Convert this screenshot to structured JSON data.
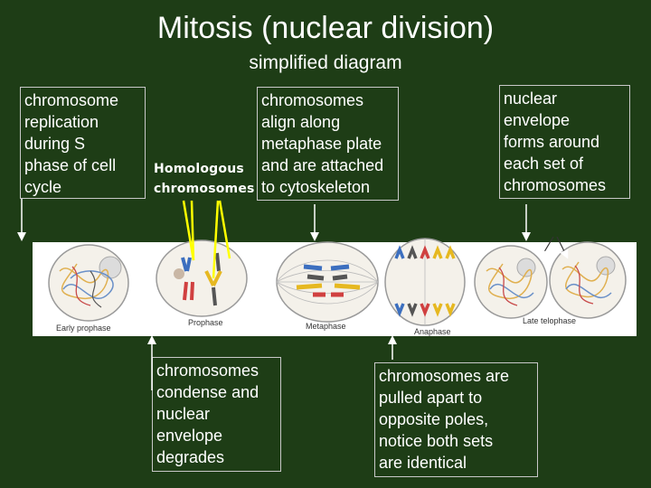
{
  "title": "Mitosis (nuclear division)",
  "subtitle": "simplified diagram",
  "labels": {
    "replication": [
      "chromosome",
      "replication",
      "during S",
      "phase of cell",
      "cycle"
    ],
    "homologous": [
      "Homologous",
      "chromosomes"
    ],
    "metaphase_note": [
      "chromosomes",
      "align along",
      "metaphase plate",
      "and are attached",
      "to cytoskeleton"
    ],
    "envelope_forms": [
      "nuclear",
      "envelope",
      "forms around",
      "each set of",
      "chromosomes"
    ],
    "condense": [
      "chromosomes",
      "condense and",
      "nuclear",
      "envelope",
      "degrades"
    ],
    "pulled_apart": [
      "chromosomes are",
      "pulled apart to",
      "opposite poles,",
      "notice both sets",
      "are identical"
    ]
  },
  "stages": [
    "Early prophase",
    "Prophase",
    "Metaphase",
    "Anaphase",
    "Late telophase"
  ],
  "colors": {
    "background": "#1e3d16",
    "arrow_white": "#ffffff",
    "arrow_yellow": "#ffff00",
    "panel": "#ffffff"
  }
}
